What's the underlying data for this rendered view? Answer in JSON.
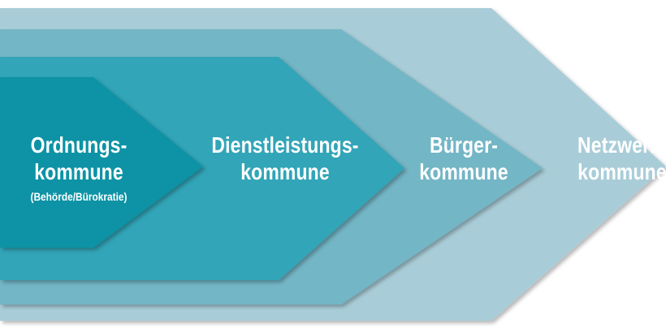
{
  "stages": [
    {
      "line1": "Ordnungs-",
      "line2": "kommune",
      "note": "(Behörde/Bürokratie)",
      "color": "#0b93a5"
    },
    {
      "line1": "Dienstleistungs-",
      "line2": "kommune",
      "color": "#33a5b8"
    },
    {
      "line1": "Bürger-",
      "line2": "kommune",
      "color": "#73b6c6"
    },
    {
      "line1": "Netzwerk-",
      "line2": "kommune",
      "color": "#a9cdd8"
    }
  ]
}
